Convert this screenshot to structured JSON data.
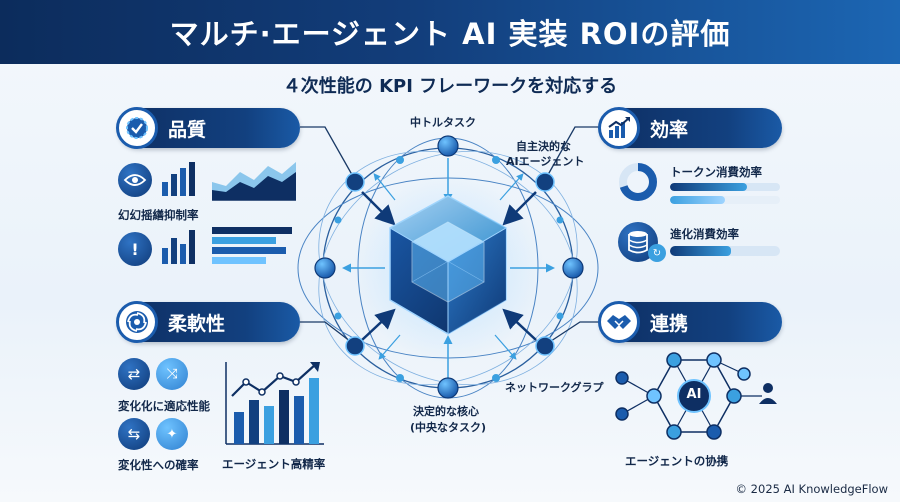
{
  "header": {
    "title": "マルチ·エージェント AI 実装 ROIの評価"
  },
  "subtitle": "４次性能の KPI フレーワークを対応する",
  "quality": {
    "label": "品質",
    "metric1": "幻幻摇繕抑制率"
  },
  "flexibility": {
    "label": "柔軟性",
    "metric1": "変化化に適応性能",
    "metric2": "変化性への確率",
    "chart_label": "エージェント高精率"
  },
  "efficiency": {
    "label": "効率",
    "metric1": "トークン消費効率",
    "metric1_progress": 0.7,
    "metric2": "進化消費効率",
    "metric2_progress": 0.55
  },
  "collaboration": {
    "label": "連携",
    "center_node": "AI",
    "caption": "エージェントの协携"
  },
  "network": {
    "top_label": "中トルタスク",
    "top_right_label_1": "自主決的な",
    "top_right_label_2": "AIエージェント",
    "right_label": "ネットワークグラプ",
    "bottom_label_1": "決定的な核心",
    "bottom_label_2": "(中央なタスク)"
  },
  "footer": {
    "copyright": "© 2025 AI KnowledgeFlow"
  },
  "colors": {
    "navy": "#0e2f63",
    "blue": "#1b5cad",
    "accent": "#3ba0e0",
    "light": "#d7e6f5"
  },
  "icons": {
    "quality": "badge-check-icon",
    "flexibility": "swirl-icon",
    "efficiency": "chart-up-icon",
    "collaboration": "handshake-icon"
  }
}
